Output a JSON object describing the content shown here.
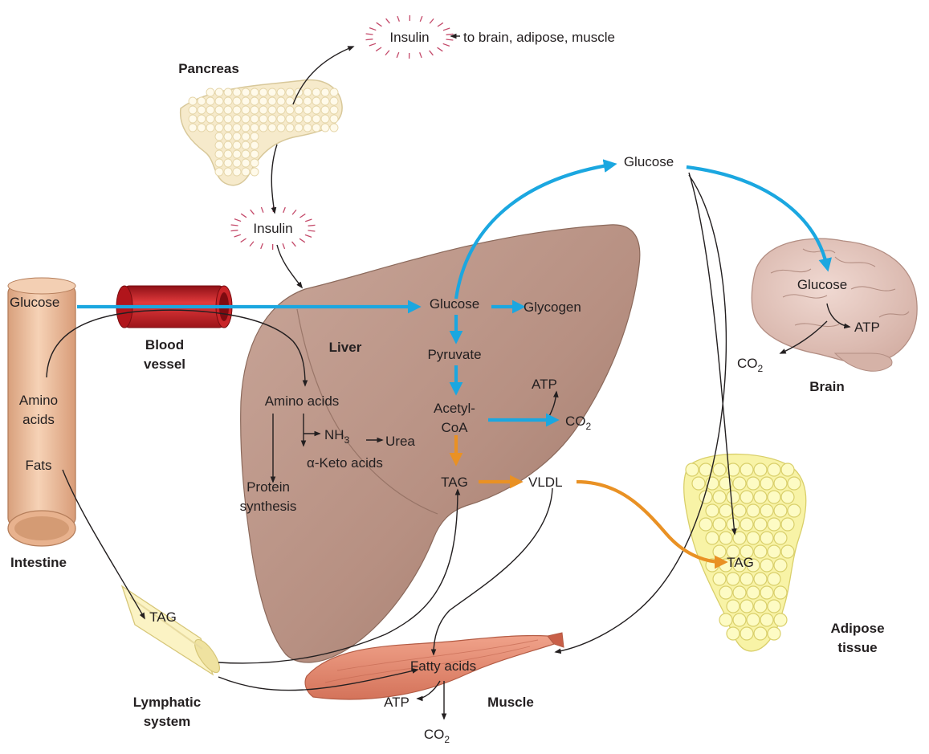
{
  "organs": {
    "pancreas": "Pancreas",
    "blood_vessel_line1": "Blood",
    "blood_vessel_line2": "vessel",
    "liver": "Liver",
    "intestine": "Intestine",
    "lymphatic_line1": "Lymphatic",
    "lymphatic_line2": "system",
    "muscle": "Muscle",
    "brain": "Brain",
    "adipose_line1": "Adipose",
    "adipose_line2": "tissue"
  },
  "labels": {
    "insulin_top": "Insulin",
    "insulin_targets": "to brain, adipose, muscle",
    "insulin_mid": "Insulin",
    "glucose_intestine": "Glucose",
    "amino_line1": "Amino",
    "amino_line2": "acids",
    "fats": "Fats",
    "glucose_liver": "Glucose",
    "glycogen": "Glycogen",
    "pyruvate": "Pyruvate",
    "acetyl_line1": "Acetyl-",
    "acetyl_line2": "CoA",
    "atp_liver": "ATP",
    "co2_liver": "CO",
    "co2_liver_sub": "2",
    "tag_liver": "TAG",
    "vldl": "VLDL",
    "amino_liver": "Amino acids",
    "nh3": "NH",
    "nh3_sub": "3",
    "urea": "Urea",
    "keto_acids": "α-Keto acids",
    "protein_line1": "Protein",
    "protein_line2": "synthesis",
    "glucose_blood": "Glucose",
    "glucose_brain": "Glucose",
    "atp_brain": "ATP",
    "co2_brain": "CO",
    "co2_brain_sub": "2",
    "tag_adipose": "TAG",
    "tag_lymph": "TAG",
    "fatty_acids": "Fatty acids",
    "atp_muscle": "ATP",
    "co2_muscle": "CO",
    "co2_muscle_sub": "2"
  },
  "colors": {
    "glucose_pathway": "#1ba7e0",
    "fat_pathway": "#e99124",
    "other_pathway": "#231f20",
    "liver": "#b79082",
    "muscle": "#e48f74",
    "adipose": "#fdfbc4",
    "brain": "#e2c4bb",
    "blood_vessel": "#d3202a",
    "intestine": "#f1c6a6",
    "pancreas": "#f6eacb"
  },
  "icons": [
    "pancreas-organ",
    "liver-organ",
    "intestine-organ",
    "blood-vessel-icon",
    "brain-organ",
    "adipose-tissue",
    "muscle-organ",
    "lymph-vessel-icon",
    "insulin-burst-icon"
  ]
}
